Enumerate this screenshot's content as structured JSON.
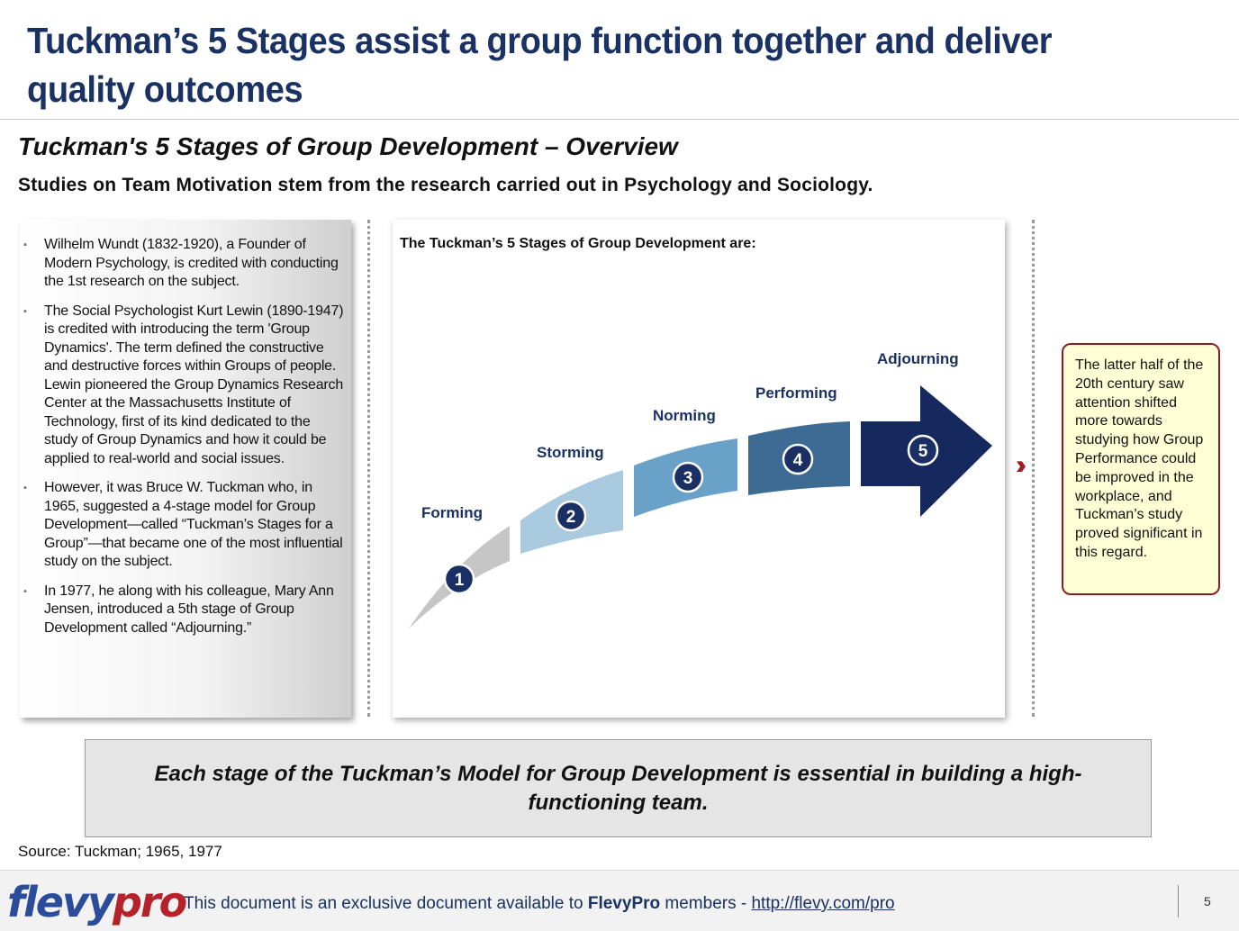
{
  "title": "Tuckman’s 5 Stages assist a group function together and deliver quality outcomes",
  "subtitle": "Tuckman's 5 Stages of Group Development – Overview",
  "lead": "Studies on Team Motivation stem from the research carried out in Psychology and Sociology.",
  "left_bullets": [
    "Wilhelm Wundt (1832-1920), a Founder of Modern Psychology, is credited with conducting the 1st research on the subject.",
    "The Social Psychologist Kurt Lewin (1890-1947) is credited with introducing the term 'Group Dynamics'. The term defined the constructive and destructive forces within Groups of people.  Lewin pioneered the Group Dynamics Research Center at the Massachusetts Institute of Technology, first of its kind dedicated to the study of Group Dynamics and how it could be applied to real-world and social issues.",
    "However, it was Bruce W. Tuckman who, in 1965, suggested a 4-stage model for Group Development—called “Tuckman’s Stages for a Group”—that became one of the most influential study on the subject.",
    "In 1977, he along with his colleague, Mary Ann Jensen, introduced a 5th stage of Group Development called “Adjourning.”"
  ],
  "bullet_glyph": "▪",
  "diagram": {
    "heading": "The Tuckman’s 5 Stages of Group Development are:",
    "stages": [
      {
        "number": "1",
        "label": "Forming",
        "color": "#c6c6c6"
      },
      {
        "number": "2",
        "label": "Storming",
        "color": "#a9c9df"
      },
      {
        "number": "3",
        "label": "Norming",
        "color": "#6aa1c8"
      },
      {
        "number": "4",
        "label": "Performing",
        "color": "#3e6b93"
      },
      {
        "number": "5",
        "label": "Adjourning",
        "color": "#16295e"
      }
    ],
    "badge_color": "#1a2f64"
  },
  "chevron_glyph": "››",
  "side_note": "The latter half of the 20th century saw attention shifted more towards studying how Group Performance could be improved in the workplace, and Tuckman’s study proved significant in this regard.",
  "conclusion": "Each stage of the Tuckman’s Model for Group Development is essential in building a high-functioning team.",
  "source": "Source: Tuckman; 1965, 1977",
  "footer": {
    "logo_flevy": "flevy",
    "logo_pro": "pro",
    "text_prefix": "This document is an exclusive document available to ",
    "text_brand": "FlevyPro",
    "text_middle": " members - ",
    "link": "http://flevy.com/pro",
    "page_number": "5"
  }
}
